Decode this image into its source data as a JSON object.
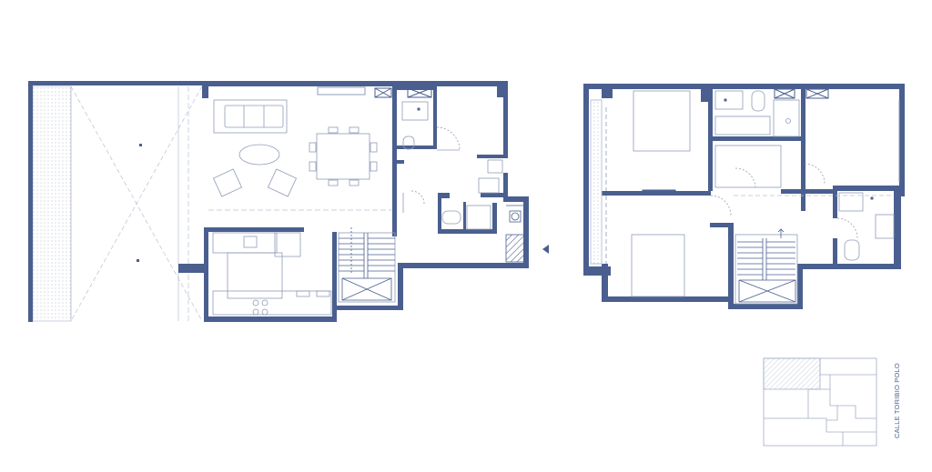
{
  "plan": {
    "colors": {
      "wall": "#4a5f8f",
      "line": "#8f9bb8",
      "fine": "#b9c1d4"
    },
    "icons": {
      "entrance": "triangle-left-icon",
      "hatch": "diagonal-hatch",
      "furniture": [
        "sofa",
        "coffee-table",
        "armchair",
        "dining-table",
        "chair",
        "bed",
        "toilet",
        "sink",
        "stove"
      ]
    }
  },
  "location": {
    "street_name": "CALLE TORIBIO POLO"
  }
}
